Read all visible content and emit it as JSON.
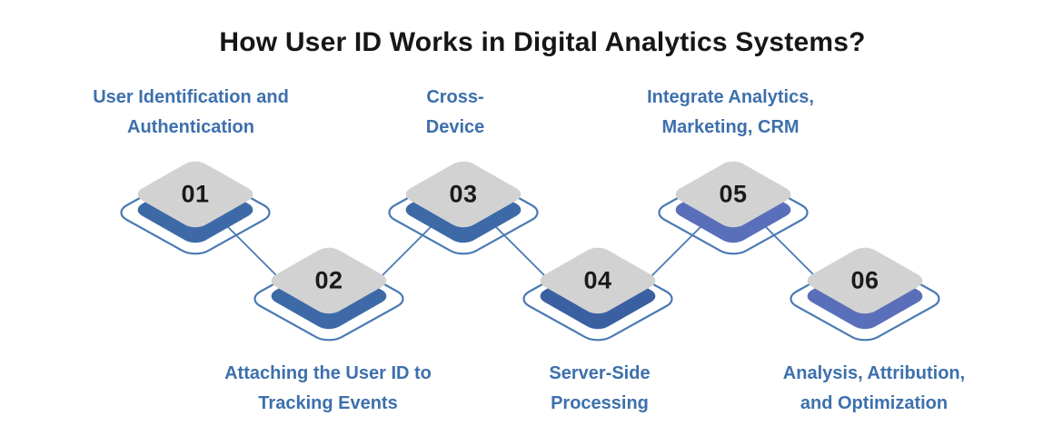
{
  "title": "How User ID Works in Digital Analytics Systems?",
  "colors": {
    "background": "#ffffff",
    "title_text": "#161616",
    "label_text": "#3d70ac",
    "number_text": "#1a1a1a",
    "face_gray": "#d2d2d2",
    "connector": "#4a79b4",
    "outline": "#4a79b4"
  },
  "steps": [
    {
      "number": "01",
      "label": "User Identification and Authentication",
      "row": "top",
      "depth_color": "#3d6aa7"
    },
    {
      "number": "02",
      "label": "Attaching the User ID to Tracking Events",
      "row": "bottom",
      "depth_color": "#3d6aa7"
    },
    {
      "number": "03",
      "label": "Cross-Device",
      "row": "top",
      "depth_color": "#3d6aa7"
    },
    {
      "number": "04",
      "label": "Server-Side Processing",
      "row": "bottom",
      "depth_color": "#3a60a2"
    },
    {
      "number": "05",
      "label": "Integrate Analytics, Marketing, CRM",
      "row": "top",
      "depth_color": "#5a6fba"
    },
    {
      "number": "06",
      "label": "Analysis, Attribution, and Optimization",
      "row": "bottom",
      "depth_color": "#5a6fba"
    }
  ]
}
